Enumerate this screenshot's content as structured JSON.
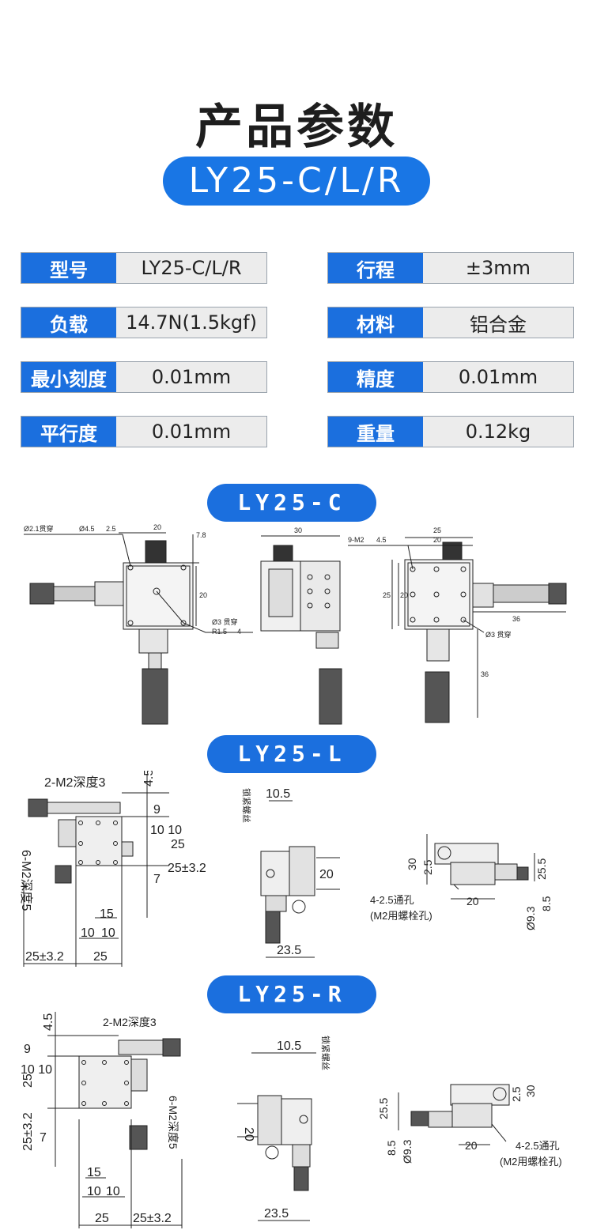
{
  "title": "产品参数",
  "model": "LY25-C/L/R",
  "specs": [
    {
      "label": "型号",
      "value": "LY25-C/L/R"
    },
    {
      "label": "行程",
      "value": "±3mm"
    },
    {
      "label": "负载",
      "value": "14.7N(1.5kgf)"
    },
    {
      "label": "材料",
      "value": "铝合金"
    },
    {
      "label": "最小刻度",
      "value": "0.01mm"
    },
    {
      "label": "精度",
      "value": "0.01mm"
    },
    {
      "label": "平行度",
      "value": "0.01mm"
    },
    {
      "label": "重量",
      "value": "0.12kg"
    }
  ],
  "sections": {
    "c": {
      "label": "LY25-C",
      "dims": {
        "hole1": "Ø2.1贯穿",
        "hole2": "Ø4.5",
        "hole2b": "2.5",
        "w20": "20",
        "h7_8": "7.8",
        "side20": "20",
        "bore": "Ø3 贯穿",
        "r": "R1.5",
        "rdepth": "4",
        "side_w30": "30",
        "right_tap": "9-M2",
        "right_tapd": "4.5",
        "right_w25": "25",
        "right_w20": "20",
        "right_h25": "25",
        "right_h20": "20",
        "right_36a": "36",
        "right_36b": "36",
        "right_bore": "Ø3 贯穿"
      }
    },
    "l": {
      "label": "LY25-L",
      "dims": {
        "a_m2": "2-M2深度3",
        "a_m2b": "6-M2深度5",
        "a_45": "4.5",
        "a_9": "9",
        "a_1010": "10 10",
        "a_25": "25",
        "a_7": "7",
        "a_2532": "25±3.2",
        "a_15": "15",
        "a_10": "10",
        "a_10b": "10",
        "a_b2532": "25±3.2",
        "a_b25": "25",
        "b_lock": "锁紧螺丝",
        "b_105": "10.5",
        "b_20": "20",
        "b_235": "23.5",
        "c_30": "30",
        "c_25": "2.5",
        "c_255": "25.5",
        "c_hole": "4-2.5通孔",
        "c_m2": "(M2用螺栓孔)",
        "c_20": "20",
        "c_93": "Ø9.3",
        "c_85": "8.5"
      }
    },
    "r": {
      "label": "LY25-R",
      "dims": {
        "a_45": "4.5",
        "a_m2": "2-M2深度3",
        "a_9": "9",
        "a_1010": "10 10",
        "a_25": "25",
        "a_2532": "25±3.2",
        "a_7": "7",
        "a_m2b": "6-M2深度5",
        "a_15": "15",
        "a_10": "10",
        "a_10b": "10",
        "a_b25": "25",
        "a_b2532": "25±3.2",
        "b_105": "10.5",
        "b_lock": "锁紧螺丝",
        "b_20": "20",
        "b_235": "23.5",
        "c_255": "25.5",
        "c_30": "30",
        "c_25": "2.5",
        "c_85": "8.5",
        "c_93": "Ø9.3",
        "c_20": "20",
        "c_hole": "4-2.5通孔",
        "c_m2": "(M2用螺栓孔)"
      }
    }
  }
}
